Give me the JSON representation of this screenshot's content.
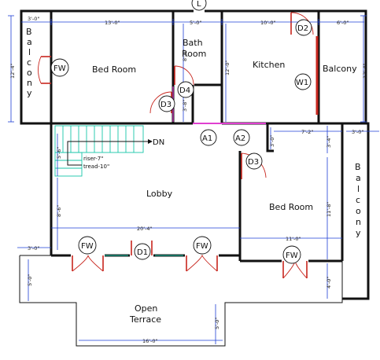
{
  "rooms": {
    "balcony_left": "Balcony",
    "bed_room_top": "Bed Room",
    "bath_room_line1": "Bath",
    "bath_room_line2": "Room",
    "kitchen": "Kitchen",
    "balcony_right_top": "Balcony",
    "lobby": "Lobby",
    "bed_room_right": "Bed Room",
    "balcony_right_vertical": "Balcony",
    "open_terrace_line1": "Open",
    "open_terrace_line2": "Terrace"
  },
  "tags": {
    "fw_left": "FW",
    "d4": "D4",
    "d3_bath": "D3",
    "d2": "D2",
    "w1": "W1",
    "a1": "A1",
    "a2": "A2",
    "d3_bed": "D3",
    "fw_bottom_left": "FW",
    "d1": "D1",
    "fw_bottom_mid": "FW",
    "fw_bottom_right": "FW",
    "top_entry": "L"
  },
  "stair": {
    "dn": "DN",
    "riser": "riser-7\"",
    "tread": "tread-10\""
  },
  "dims": {
    "d_3_0_topleft": "3'-0\"",
    "d_13_0": "13'-0\"",
    "d_5_0_top": "5'-0\"",
    "d_10_0": "10'-0\"",
    "d_6_0": "6'-0\"",
    "d_12_4_left": "12'-4\"",
    "d_8_0_bath": "8'-0\"",
    "d_3_8": "3'-8\"",
    "d_12_0": "12'-0\"",
    "d_12_4_right": "12'-4\"",
    "d_7_2": "7'-2\"",
    "d_3_0_right": "3'-0\"",
    "d_3_0_d3": "3'-0\"",
    "d_3_4": "3'-4\"",
    "d_5_6": "5'-6\"",
    "d_8_6": "8'-6\"",
    "d_11_8": "11'-8\"",
    "d_20_4": "20'-4\"",
    "d_11_0": "11'-0\"",
    "d_3_0_botleft": "3'-0\"",
    "d_5_0_left": "5'-0\"",
    "d_4_0": "4'-0\"",
    "d_5_0_right": "5'-0\"",
    "d_16_0": "16'-0\""
  },
  "colors": {
    "wall": "#111111",
    "dimension": "#1e3fd6",
    "door": "#c8261e",
    "stair": "#18c6a8",
    "opening": "#e040d0"
  }
}
